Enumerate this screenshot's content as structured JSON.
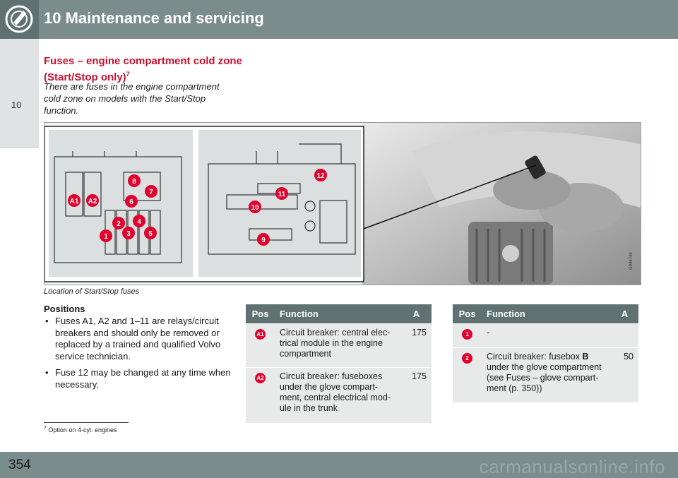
{
  "header": {
    "title": "10 Maintenance and servicing",
    "icon": "wrench-gear-icon",
    "chapter_tab": "10"
  },
  "section": {
    "title": "Fuses – engine compartment cold zone (Start/Stop only)",
    "title_footnote_ref": "7",
    "intro": "There are fuses in the engine compartment cold zone on models with the Start/Stop function."
  },
  "figure": {
    "caption": "Location of Start/Stop fuses",
    "image_code": "G044748",
    "fusebox_labels": [
      "A1",
      "A2",
      "1",
      "2",
      "3",
      "4",
      "5",
      "6",
      "7",
      "8"
    ],
    "relay_labels": [
      "9",
      "10",
      "11",
      "12"
    ],
    "accent_color": "#e2002d"
  },
  "positions": {
    "heading": "Positions",
    "bullets": [
      "Fuses A1, A2 and 1–11 are relays/circuit breakers and should only be removed or replaced by a trained and qualified Volvo service technician.",
      "Fuse 12 may be changed at any time when necessary."
    ]
  },
  "table_left": {
    "headers": [
      "Pos",
      "Function",
      "A"
    ],
    "rows": [
      {
        "pos": "A1",
        "function": "Circuit breaker: central elec-trical module in the engine compartment",
        "amp": "175"
      },
      {
        "pos": "A2",
        "function": "Circuit breaker: fuseboxes under the glove compart-ment, central electrical mod-ule in the trunk",
        "amp": "175"
      }
    ]
  },
  "table_right": {
    "headers": [
      "Pos",
      "Function",
      "A"
    ],
    "rows": [
      {
        "pos": "1",
        "function": "-",
        "amp": ""
      },
      {
        "pos": "2",
        "function_prefix": "Circuit breaker: fusebox ",
        "function_bold": "B",
        "function_suffix": " under the glove compartment (see Fuses – glove compart-ment (p. 350))",
        "amp": "50"
      }
    ]
  },
  "footnote": {
    "number": "7",
    "text": "Option on 4-cyl. engines"
  },
  "footer": {
    "page_number": "354",
    "watermark": "carmanualsonline.info"
  },
  "colors": {
    "header_bg": "#7b8c8c",
    "table_header_bg": "#5f7171",
    "title_red": "#c8102e",
    "row_bg": "#e8eaea"
  }
}
